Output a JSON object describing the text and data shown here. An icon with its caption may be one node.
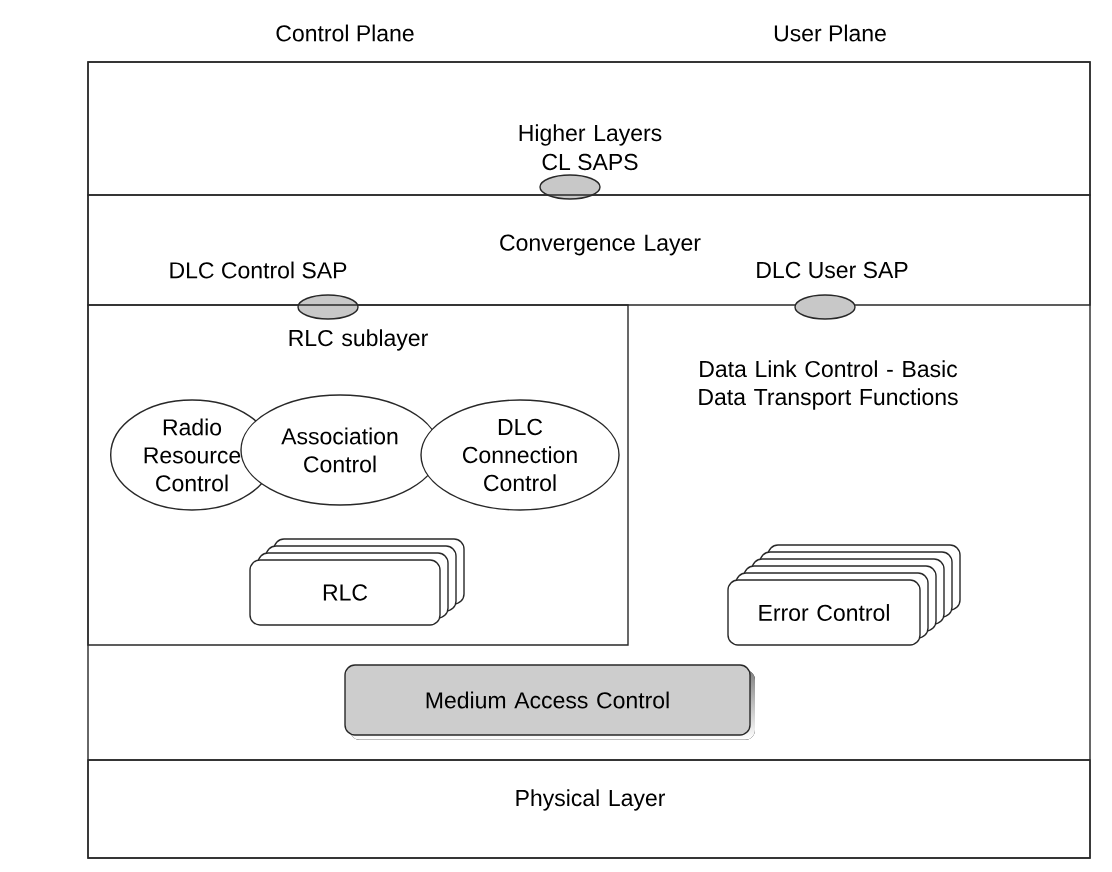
{
  "diagram": {
    "nodes": [
      {
        "text": [
          "Higher Layers"
        ]
      },
      {
        "text": [],
        "shape": "ellipse",
        "beside": [
          "CL SAPS"
        ]
      },
      {
        "text": [
          "Convergence Layer"
        ]
      },
      {
        "text": [],
        "shape": "ellipse"
      },
      {
        "text": [],
        "shape": "ellipse"
      },
      {
        "text": [
          "RLC sublayer"
        ]
      },
      {
        "text": [
          "Radio Resource Control"
        ],
        "in": 5
      },
      {
        "text": [
          "Association Control"
        ],
        "in": 5
      },
      {
        "text": [
          "DLC Connection Control"
        ],
        "in": 5
      },
      {
        "text": [
          "RLC"
        ],
        "in": 5
      },
      {
        "text": [
          "Error Control"
        ]
      },
      {
        "text": [
          "Medium Access Control"
        ]
      },
      {
        "text": [
          "Physical Layer"
        ]
      }
    ],
    "labels": [
      "Control Plane",
      "User Plane",
      "DLC Control SAP",
      "DLC User SAP",
      "Data Link Control - Basic Data Transport Functions"
    ]
  }
}
